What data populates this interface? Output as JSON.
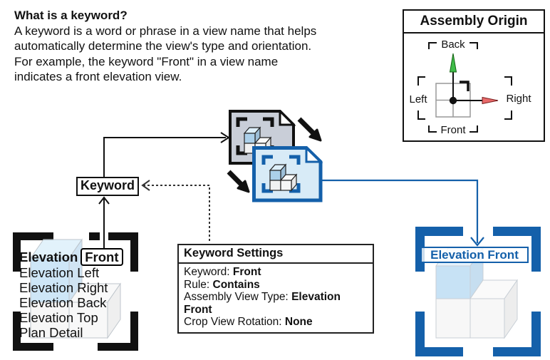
{
  "intro": {
    "title": "What is a keyword?",
    "body_lines": [
      "A keyword is a word or phrase in a view name that helps",
      "automatically determine the view's type and orientation.",
      "For example, the keyword \"Front\" in a view name",
      "indicates a front elevation view."
    ]
  },
  "assembly_origin": {
    "title": "Assembly Origin",
    "labels": {
      "back": "Back",
      "front": "Front",
      "left": "Left",
      "right": "Right"
    },
    "axis_colors": {
      "back_arrow": "#3FBC49",
      "right_arrow": "#E86A6A"
    }
  },
  "keyword_box": {
    "label": "Keyword"
  },
  "view_list": {
    "highlight": {
      "prefix": "Elevation",
      "keyword": "Front"
    },
    "items": [
      "Elevation Left",
      "Elevation Right",
      "Elevation Back",
      "Elevation Top",
      "Plan Detail"
    ]
  },
  "settings": {
    "title": "Keyword Settings",
    "rows": [
      {
        "label": "Keyword: ",
        "value": "Front"
      },
      {
        "label": "Rule: ",
        "value": "Contains"
      },
      {
        "label": "Assembly View Type: ",
        "value": "Elevation Front"
      },
      {
        "label": "Crop View Rotation: ",
        "value": "None"
      }
    ]
  },
  "result_view": {
    "label": "Elevation Front"
  },
  "colors": {
    "accent_blue": "#1460AA",
    "doc_gray_fill": "#C9CED8",
    "doc_blue_fill": "#D8EBF7"
  }
}
